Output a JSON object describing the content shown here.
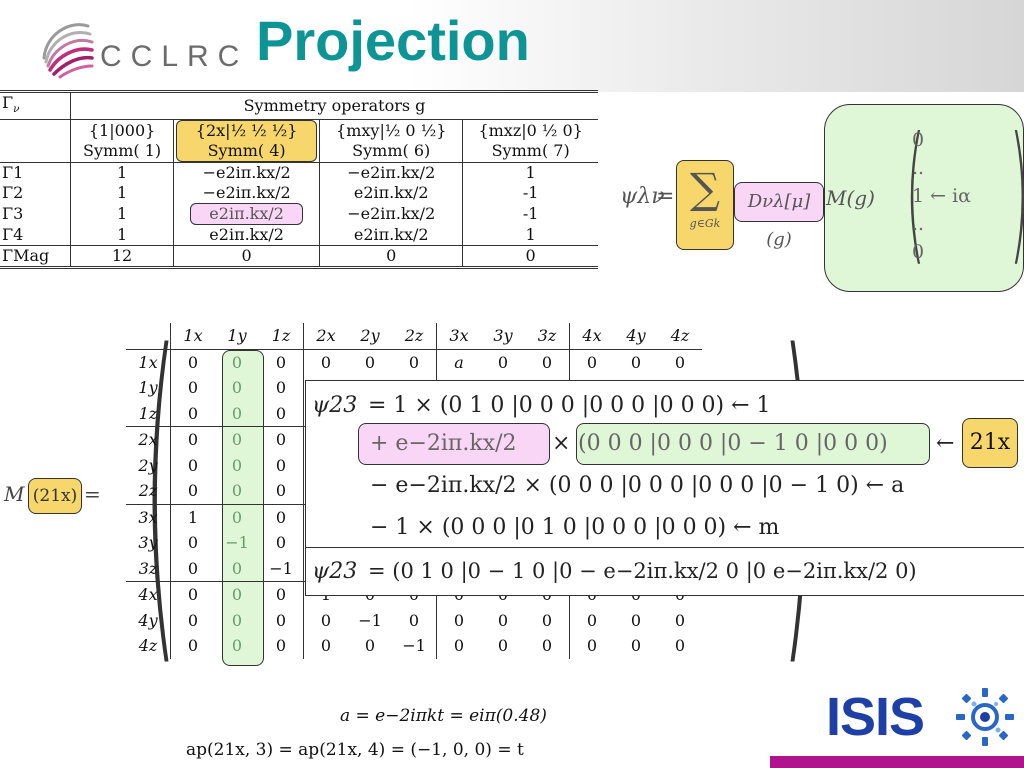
{
  "header": {
    "logo_text": "CCLRC",
    "title": "Projection"
  },
  "char_table": {
    "corner": "Γ",
    "corner_sub": "ν",
    "span_header": "Symmetry operators g",
    "ops": [
      "{1|000}",
      "{2x|½ ½ ½}",
      "{mxy|½ 0 ½}",
      "{mxz|0 ½ 0}"
    ],
    "symm": [
      "Symm( 1)",
      "Symm( 4)",
      "Symm( 6)",
      "Symm( 7)"
    ],
    "rows": [
      {
        "label": "Γ1",
        "cells": [
          "1",
          "−e2iπ.kx/2",
          "−e2iπ.kx/2",
          "1"
        ]
      },
      {
        "label": "Γ2",
        "cells": [
          "1",
          "−e2iπ.kx/2",
          "e2iπ.kx/2",
          "-1"
        ]
      },
      {
        "label": "Γ3",
        "cells": [
          "1",
          "e2iπ.kx/2",
          "−e2iπ.kx/2",
          "-1"
        ]
      },
      {
        "label": "Γ4",
        "cells": [
          "1",
          "e2iπ.kx/2",
          "e2iπ.kx/2",
          "1"
        ]
      }
    ],
    "mag_row": {
      "label": "ΓMag",
      "cells": [
        "12",
        "0",
        "0",
        "0"
      ]
    }
  },
  "psi_formula": {
    "lhs": "ψλν",
    "eq": "=",
    "sum_symbol": "∑",
    "sum_sub": "g∈Gk",
    "dmat": "Dνλ[μ](g)",
    "mg": "M(g)",
    "vector": [
      "0",
      "..",
      "1 ← iα",
      "..",
      "0"
    ]
  },
  "matrix": {
    "label": "M",
    "label_sub": "(21x)",
    "eq": "=",
    "col_headers": [
      "1x",
      "1y",
      "1z",
      "2x",
      "2y",
      "2z",
      "3x",
      "3y",
      "3z",
      "4x",
      "4y",
      "4z"
    ],
    "rows": [
      {
        "h": "1x",
        "v": [
          "0",
          "0",
          "0",
          "0",
          "0",
          "0",
          "a",
          "0",
          "0",
          "0",
          "0",
          "0"
        ]
      },
      {
        "h": "1y",
        "v": [
          "0",
          "0",
          "0",
          "",
          "",
          "",
          "",
          "",
          "",
          "",
          "",
          ""
        ]
      },
      {
        "h": "1z",
        "v": [
          "0",
          "0",
          "0",
          "",
          "",
          "",
          "",
          "",
          "",
          "",
          "",
          ""
        ]
      },
      {
        "h": "2x",
        "v": [
          "0",
          "0",
          "0",
          "",
          "",
          "",
          "",
          "",
          "",
          "",
          "",
          ""
        ]
      },
      {
        "h": "2y",
        "v": [
          "0",
          "0",
          "0",
          "",
          "",
          "",
          "",
          "",
          "",
          "",
          "",
          ""
        ]
      },
      {
        "h": "2z",
        "v": [
          "0",
          "0",
          "0",
          "",
          "",
          "",
          "",
          "",
          "",
          "",
          "",
          ""
        ]
      },
      {
        "h": "3x",
        "v": [
          "1",
          "0",
          "0",
          "",
          "",
          "",
          "",
          "",
          "",
          "",
          "",
          ""
        ]
      },
      {
        "h": "3y",
        "v": [
          "0",
          "−1",
          "0",
          "",
          "",
          "",
          "",
          "",
          "",
          "",
          "",
          ""
        ]
      },
      {
        "h": "3z",
        "v": [
          "0",
          "0",
          "−1",
          "",
          "",
          "",
          "",
          "",
          "",
          "",
          "",
          ""
        ]
      },
      {
        "h": "4x",
        "v": [
          "0",
          "0",
          "0",
          "1",
          "0",
          "0",
          "0",
          "0",
          "0",
          "0",
          "0",
          "0"
        ]
      },
      {
        "h": "4y",
        "v": [
          "0",
          "0",
          "0",
          "0",
          "−1",
          "0",
          "0",
          "0",
          "0",
          "0",
          "0",
          "0"
        ]
      },
      {
        "h": "4z",
        "v": [
          "0",
          "0",
          "0",
          "0",
          "0",
          "−1",
          "0",
          "0",
          "0",
          "0",
          "0",
          "0"
        ]
      }
    ]
  },
  "projection": {
    "psi": "ψ23",
    "line1": "=   1 × (0 1 0 |0 0 0 |0 0 0 |0 0 0) ← 1",
    "line2_term": "+   e−2iπ.kx/2",
    "line2_times": "×",
    "line2_vec": "(0 0 0 |0 0 0 |0  − 1 0 |0 0 0)",
    "line2_arrow": "←",
    "line3": "−   e−2iπ.kx/2 × (0 0 0 |0 0 0 |0 0 0 |0  − 1 0) ← a",
    "line4": "−   1 × (0 0 0 |0 1 0 |0 0 0 |0 0 0) ← m",
    "result": "=   (0 1 0 |0  − 1 0 |0  − e−2iπ.kx/2  0 |0 e−2iπ.kx/2  0)",
    "tag": "21x"
  },
  "bottom": {
    "eq_a": "a = e−2iπkt = eiπ(0.48)",
    "eq_ap": "ap(21x, 3) = ap(21x, 4) = (−1, 0, 0) = t"
  },
  "isis_logo": {
    "text": "ISIS"
  },
  "colors": {
    "title": "#0d9494",
    "yellow": "#f7d76b",
    "pink": "#f9d6f6",
    "green": "#dff7d6",
    "isis_blue": "#1d3fa6",
    "magenta_bar": "#b0148c"
  }
}
